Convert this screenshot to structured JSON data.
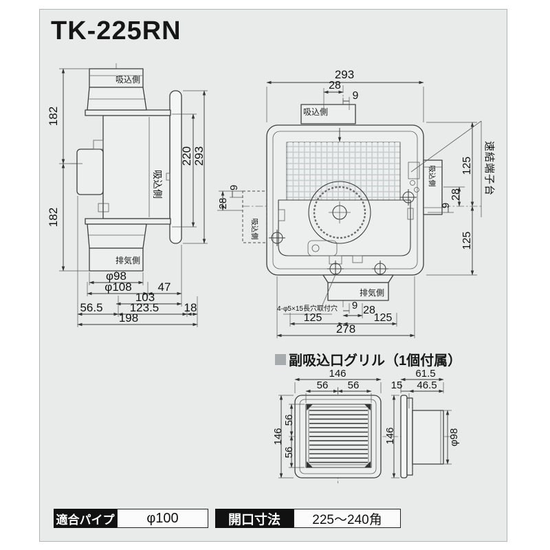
{
  "title": "TK-225RN",
  "colors": {
    "panel_bg": "#e9ebeb",
    "line": "#3c3c3c",
    "spec_box_bg": "#111111",
    "header_square": "#a7abab"
  },
  "side_view": {
    "labels": {
      "intake_top": "吸込側",
      "intake_side": "吸込側",
      "exhaust": "排気側"
    },
    "dims": {
      "upper_height": "182",
      "lower_height": "182",
      "plate_height": "220",
      "overall_height": "293",
      "pipe_diameter": "φ98",
      "flange_diameter": "φ108",
      "dim_47": "47",
      "dim_103": "103",
      "dim_56_5": "56.5",
      "dim_123_5": "123.5",
      "dim_18": "18",
      "overall_width": "198"
    }
  },
  "plan_view": {
    "labels": {
      "intake_top": "吸込側",
      "intake_right": "吸込側",
      "intake_left": "吸込側",
      "exhaust": "排気側",
      "terminal_block": "速結端子台",
      "mounting_note": "4-φ5×15長穴取付穴"
    },
    "dims": {
      "overall_width": "293",
      "top_28": "28",
      "top_9": "9",
      "left_28": "28",
      "left_9": "9",
      "right_125_upper": "125",
      "right_28": "28",
      "right_9": "9",
      "right_125_lower": "125",
      "bottom_9": "9",
      "bottom_28": "28",
      "bottom_125_left": "125",
      "bottom_125_right": "125",
      "mounting_width": "278"
    }
  },
  "grille": {
    "header": "副吸込口グリル（1個付属）",
    "front": {
      "width": "146",
      "half_left": "56",
      "half_right": "56",
      "height": "146",
      "half_top": "56",
      "half_bottom": "56"
    },
    "side": {
      "depth_total": "61.5",
      "flange_depth": "15",
      "collar_depth": "46.5",
      "height": "146",
      "pipe_diameter": "φ98"
    }
  },
  "specs": [
    {
      "label": "適合パイプ",
      "value": "φ100"
    },
    {
      "label": "開口寸法",
      "value": "225〜240角"
    }
  ]
}
